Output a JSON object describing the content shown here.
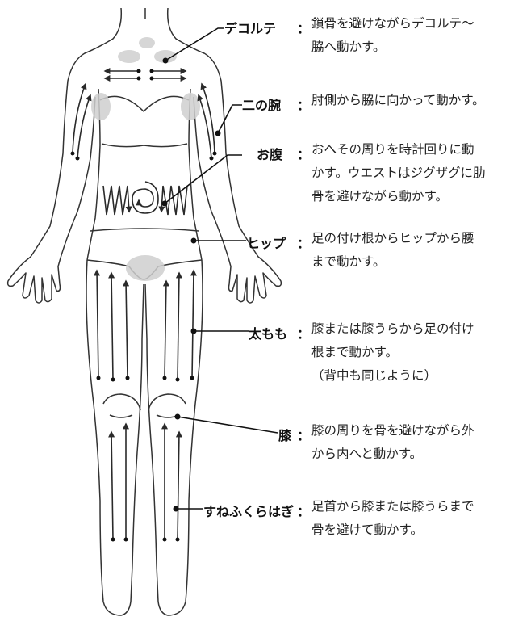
{
  "colors": {
    "line": "#2a2a2a",
    "shade": "#cfcfcf",
    "text": "#222222"
  },
  "parts": [
    {
      "term": "デコルテ",
      "description": "鎖骨を避けながらデコルテ〜\n脇へ動かす。"
    },
    {
      "term": "二の腕",
      "description": "肘側から脇に向かって動かす。"
    },
    {
      "term": "お腹",
      "description": "おへその周りを時計回りに動\nかす。ウエストはジグザグに肋\n骨を避けながら動かす。"
    },
    {
      "term": "ヒップ",
      "description": "足の付け根からヒップから腰\nまで動かす。"
    },
    {
      "term": "太もも",
      "description": "膝または膝うらから足の付け\n根まで動かす。\n（背中も同じように）"
    },
    {
      "term": "膝",
      "description": "膝の周りを骨を避けながら外\nから内へと動かす。"
    },
    {
      "term": "すねふくらはぎ",
      "description": "足首から膝または膝うらまで\n骨を避けて動かす。"
    }
  ],
  "colon": "："
}
